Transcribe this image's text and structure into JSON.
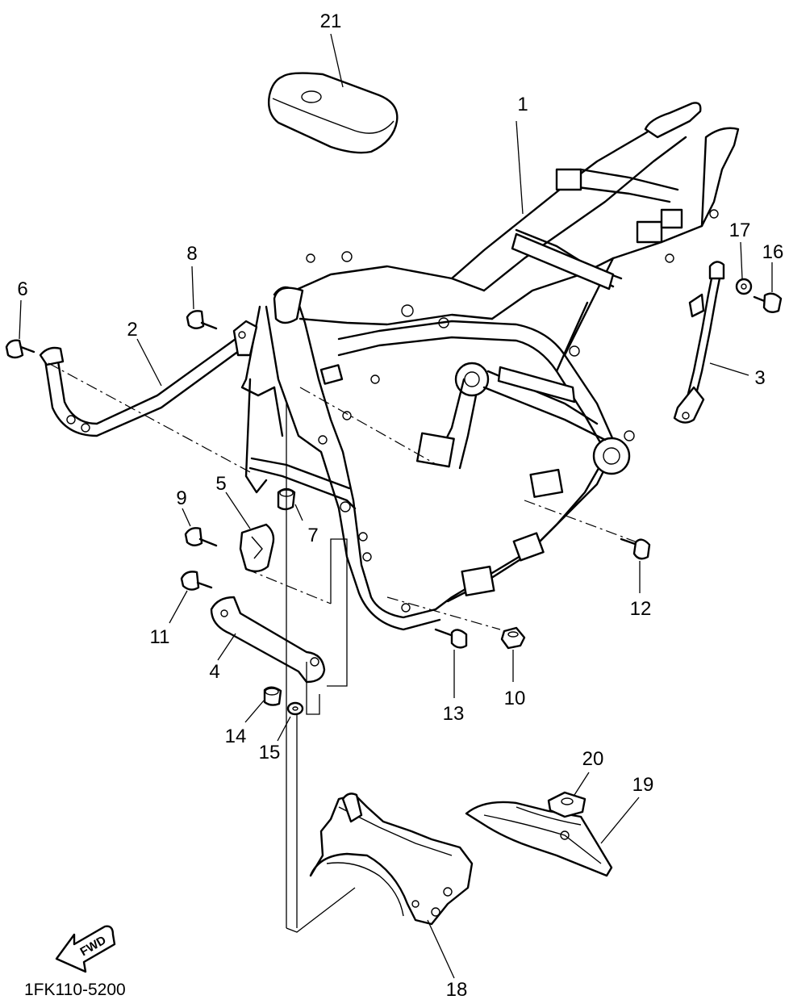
{
  "diagram": {
    "drawing_code": "1FK110-5200",
    "fwd_label": "FWD",
    "callouts": [
      {
        "id": "1",
        "label": "1"
      },
      {
        "id": "2",
        "label": "2"
      },
      {
        "id": "3",
        "label": "3"
      },
      {
        "id": "4",
        "label": "4"
      },
      {
        "id": "5",
        "label": "5"
      },
      {
        "id": "6",
        "label": "6"
      },
      {
        "id": "7",
        "label": "7"
      },
      {
        "id": "8",
        "label": "8"
      },
      {
        "id": "9",
        "label": "9"
      },
      {
        "id": "10",
        "label": "10"
      },
      {
        "id": "11",
        "label": "11"
      },
      {
        "id": "12",
        "label": "12"
      },
      {
        "id": "13",
        "label": "13"
      },
      {
        "id": "14",
        "label": "14"
      },
      {
        "id": "15",
        "label": "15"
      },
      {
        "id": "16",
        "label": "16"
      },
      {
        "id": "17",
        "label": "17"
      },
      {
        "id": "18",
        "label": "18"
      },
      {
        "id": "19",
        "label": "19"
      },
      {
        "id": "20",
        "label": "20"
      },
      {
        "id": "21",
        "label": "21"
      }
    ]
  }
}
